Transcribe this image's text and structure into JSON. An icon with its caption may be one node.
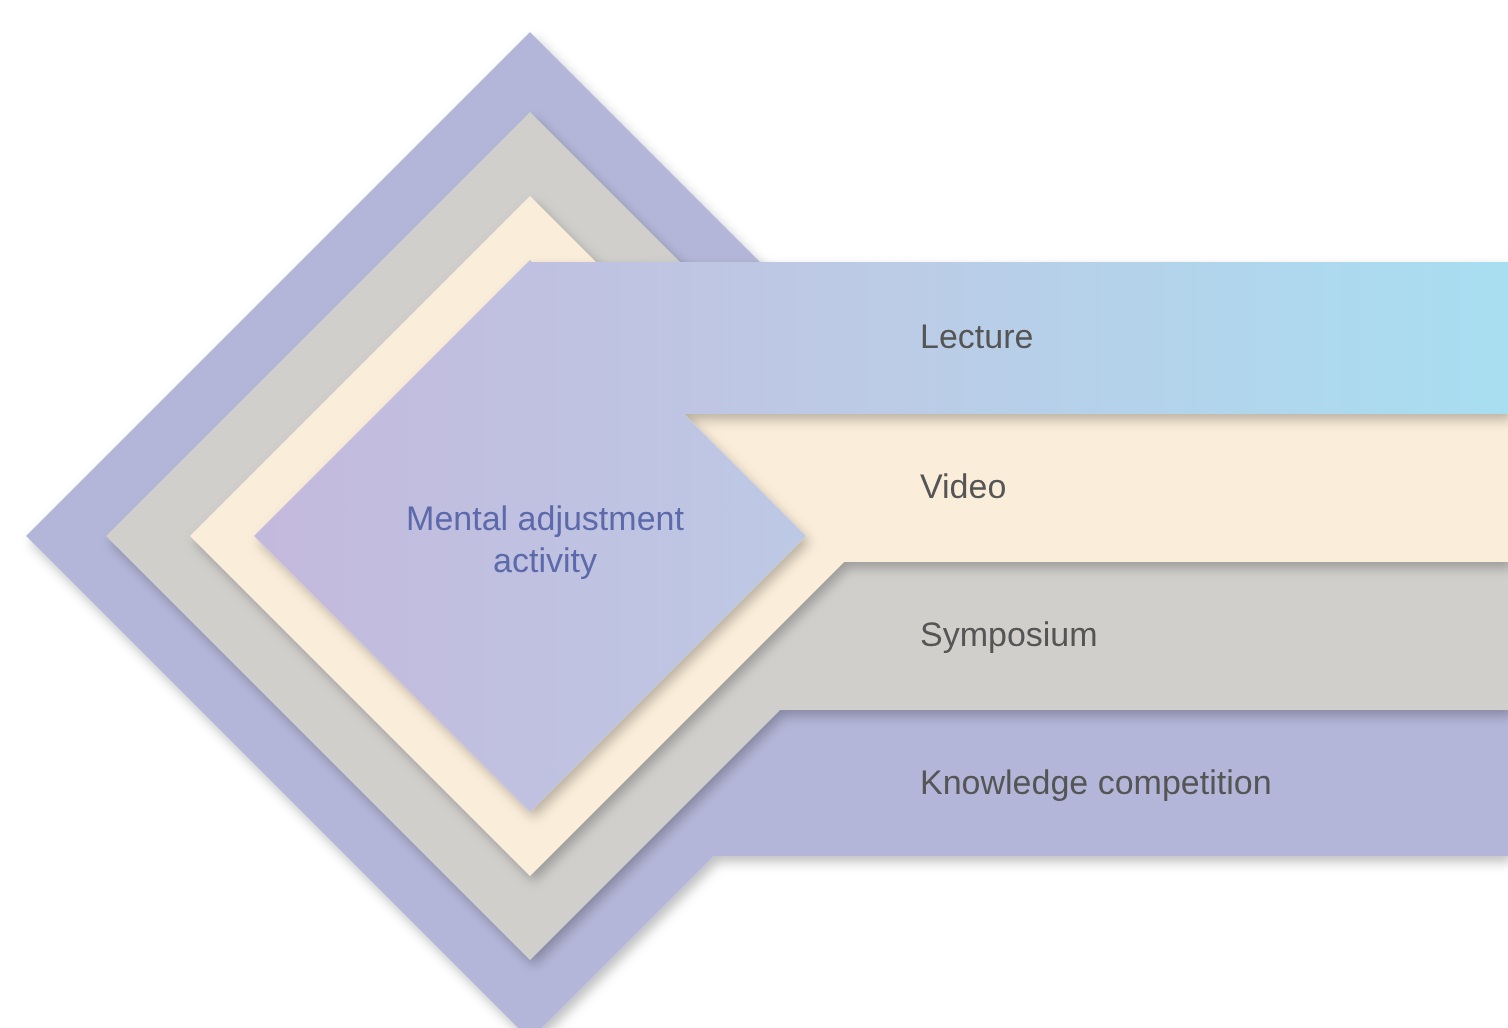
{
  "diagram": {
    "nodes": [
      {
        "text": [
          "Mental adjustment activity"
        ]
      },
      {
        "text": [
          "Lecture"
        ]
      },
      {
        "text": [
          "Video"
        ]
      },
      {
        "text": [
          "Symposium"
        ]
      },
      {
        "text": [
          "Knowledge competition"
        ]
      }
    ]
  }
}
